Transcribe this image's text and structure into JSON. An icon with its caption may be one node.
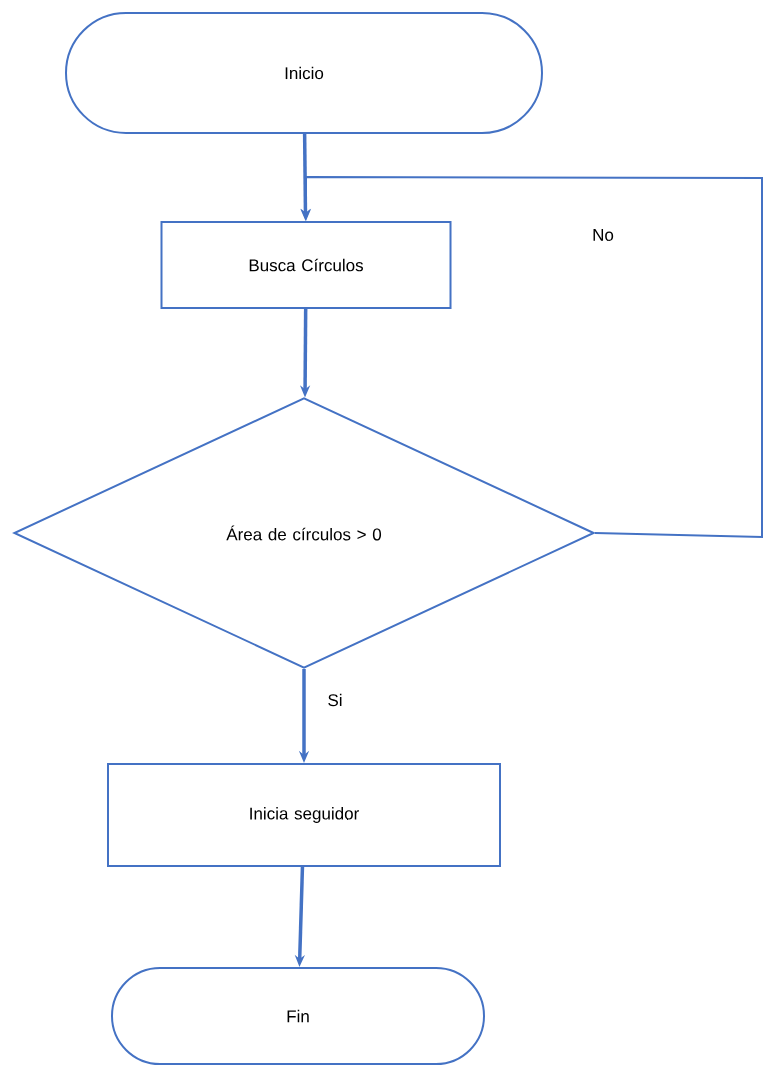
{
  "diagram": {
    "nodes": [
      {
        "text": [
          "Inicio"
        ]
      },
      {
        "text": [
          "Busca Círculos"
        ]
      },
      {
        "text": [
          "Área de círculos > 0"
        ]
      },
      {
        "text": [
          "Inicia seguidor"
        ]
      },
      {
        "text": [
          "Fin"
        ]
      }
    ],
    "edges": [
      {
        "from": 0,
        "to": 1,
        "arrow": "to"
      },
      {
        "from": 1,
        "to": 2,
        "arrow": "to"
      },
      {
        "from": 2,
        "to": 3,
        "arrow": "to",
        "label": "Si"
      },
      {
        "from": 3,
        "to": 4,
        "arrow": "to"
      },
      {
        "from": 2,
        "to": 1,
        "arrow": "to",
        "label": "No"
      }
    ]
  }
}
